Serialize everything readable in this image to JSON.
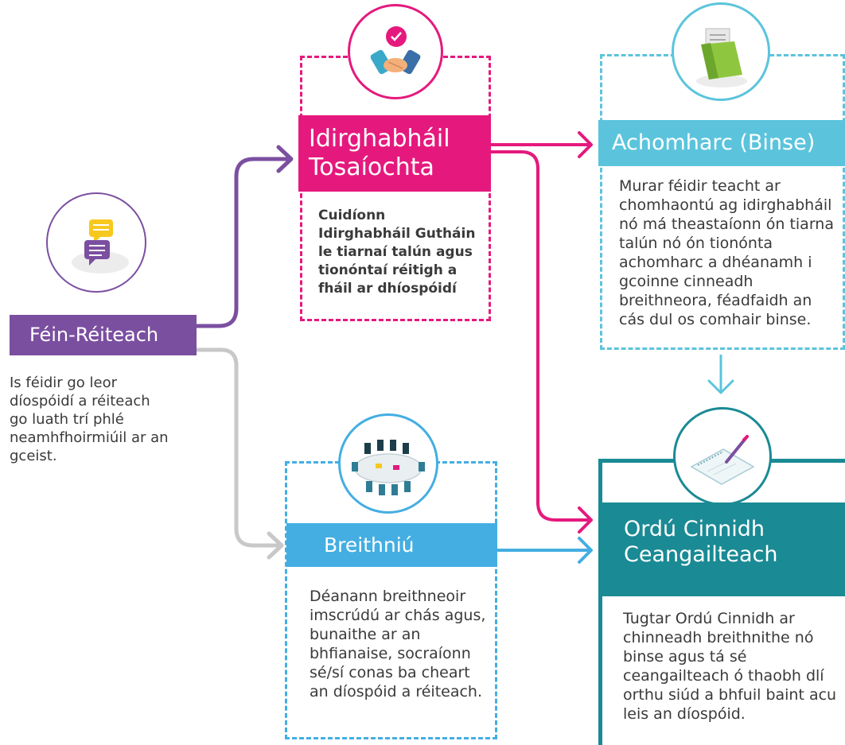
{
  "colors": {
    "purple": "#7b4fa0",
    "magenta": "#e5197d",
    "sky": "#5bc4dc",
    "blue": "#44aee2",
    "teal": "#1a8a94",
    "grey": "#c8c8c8"
  },
  "nodes": {
    "self": {
      "title": "Féin-Réiteach",
      "text": "Is féidir go leor díospóidí a réiteach go luath trí phlé neamhfhoirmiúil ar an gceist.",
      "icon": "chat-bubbles-icon"
    },
    "mediation": {
      "title": "Idirghabháil Tosaíochta",
      "text": "Cuidíonn Idirghabháil Gutháin le tiarnaí talún agus tionóntaí réitigh a fháil ar dhíospóidí",
      "icon": "handshake-icon"
    },
    "adjudication": {
      "title": "Breithniú",
      "text": "Déanann breithneoir imscrúdú ar chás agus, bunaithe ar an bhfianaise, socraíonn sé/sí conas ba cheart an díospóid a réiteach.",
      "icon": "meeting-table-icon"
    },
    "appeal": {
      "title": "Achomharc (Binse)",
      "text": "Murar féidir teacht ar chomhaontú ag idirghabháil nó má theastaíonn ón tiarna talún nó ón tionónta achomharc a dhéanamh i gcoinne cinneadh breithneora, féadfaidh an cás dul os comhair binse.",
      "icon": "folder-icon"
    },
    "order": {
      "title": "Ordú Cinnidh Ceangailteach",
      "text": "Tugtar Ordú Cinnidh ar chinneadh breithnithe nó binse agus tá sé ceangailteach ó thaobh dlí orthu siúd a bhfuil baint acu leis an díospóid.",
      "icon": "notepad-icon"
    }
  }
}
